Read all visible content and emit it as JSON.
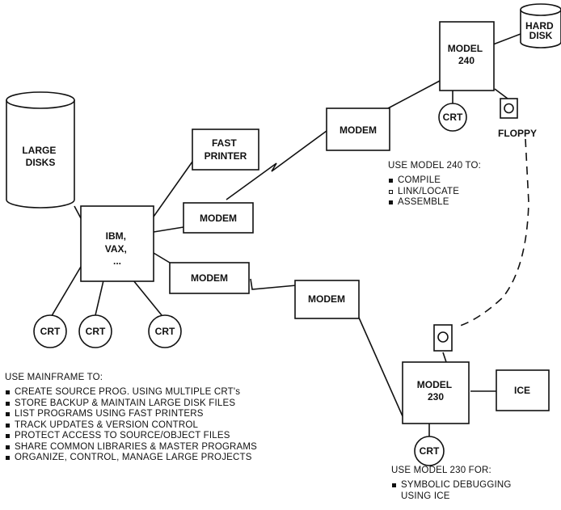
{
  "nodes": {
    "large_disks": [
      "LARGE",
      "DISKS"
    ],
    "fast_printer": [
      "FAST",
      "PRINTER"
    ],
    "mainframe": [
      "IBM,",
      "VAX,",
      "..."
    ],
    "modem_main_1": "MODEM",
    "modem_main_2": "MODEM",
    "modem_240": "MODEM",
    "modem_230": "MODEM",
    "crt_main_1": "CRT",
    "crt_main_2": "CRT",
    "crt_main_3": "CRT",
    "model_240": [
      "MODEL",
      "240"
    ],
    "hard_disk": [
      "HARD",
      "DISK"
    ],
    "crt_240": "CRT",
    "floppy": "FLOPPY",
    "model_230": [
      "MODEL",
      "230"
    ],
    "ice": "ICE",
    "crt_230": "CRT"
  },
  "notes": {
    "mainframe": {
      "heading": "USE MAINFRAME TO:",
      "items": [
        "CREATE SOURCE PROG. USING MULTIPLE CRT's",
        "STORE BACKUP & MAINTAIN LARGE DISK FILES",
        "LIST PROGRAMS USING FAST PRINTERS",
        "TRACK UPDATES & VERSION CONTROL",
        "PROTECT ACCESS TO SOURCE/OBJECT FILES",
        "SHARE COMMON LIBRARIES & MASTER PROGRAMS",
        "ORGANIZE, CONTROL, MANAGE LARGE PROJECTS"
      ]
    },
    "model_240": {
      "heading": "USE MODEL 240 TO:",
      "items": [
        "COMPILE",
        "LINK/LOCATE",
        "ASSEMBLE"
      ]
    },
    "model_230": {
      "heading": "USE MODEL 230 FOR:",
      "items": [
        "SYMBOLIC DEBUGGING USING ICE"
      ]
    }
  }
}
